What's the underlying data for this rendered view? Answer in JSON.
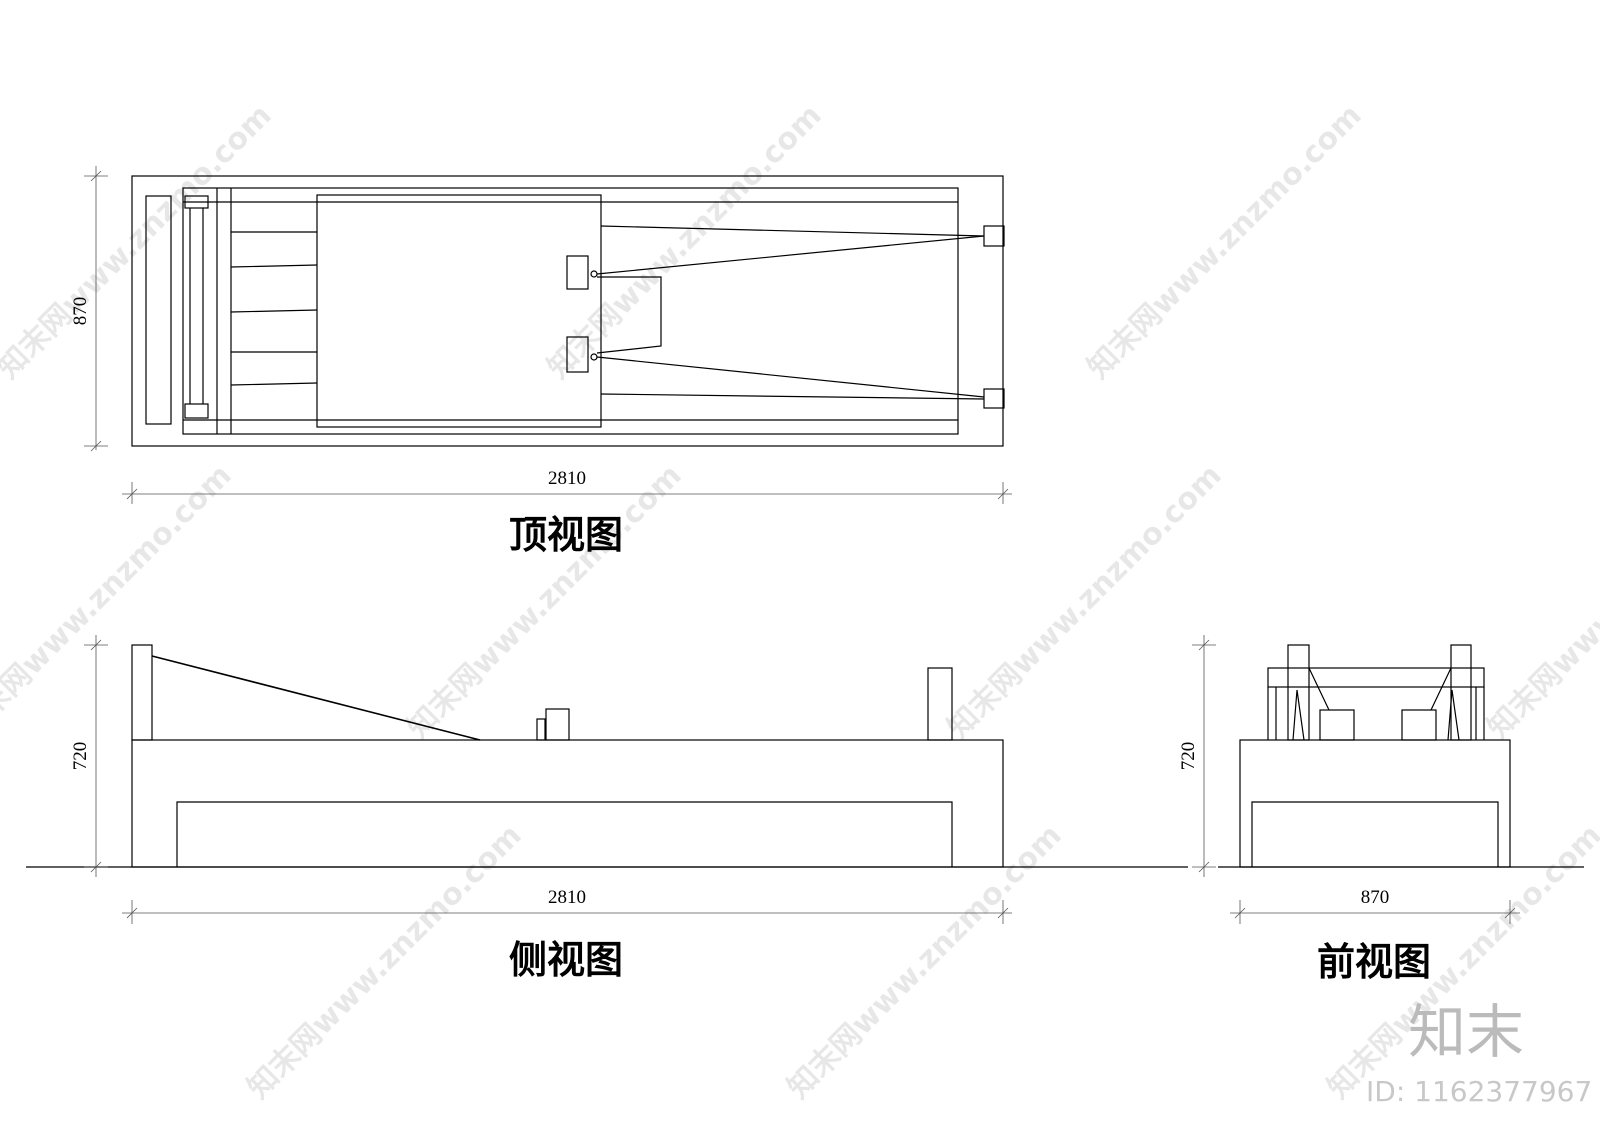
{
  "views": {
    "top": {
      "title": "顶视图",
      "width_label": "2810",
      "depth_label": "870"
    },
    "side": {
      "title": "侧视图",
      "width_label": "2810",
      "height_label": "720"
    },
    "front": {
      "title": "前视图",
      "width_label": "870",
      "height_label": "720"
    }
  },
  "watermark": {
    "text": "知末网www.znzmo.com"
  },
  "logo": {
    "text": "知末",
    "id_label": "ID: 1162377967"
  }
}
